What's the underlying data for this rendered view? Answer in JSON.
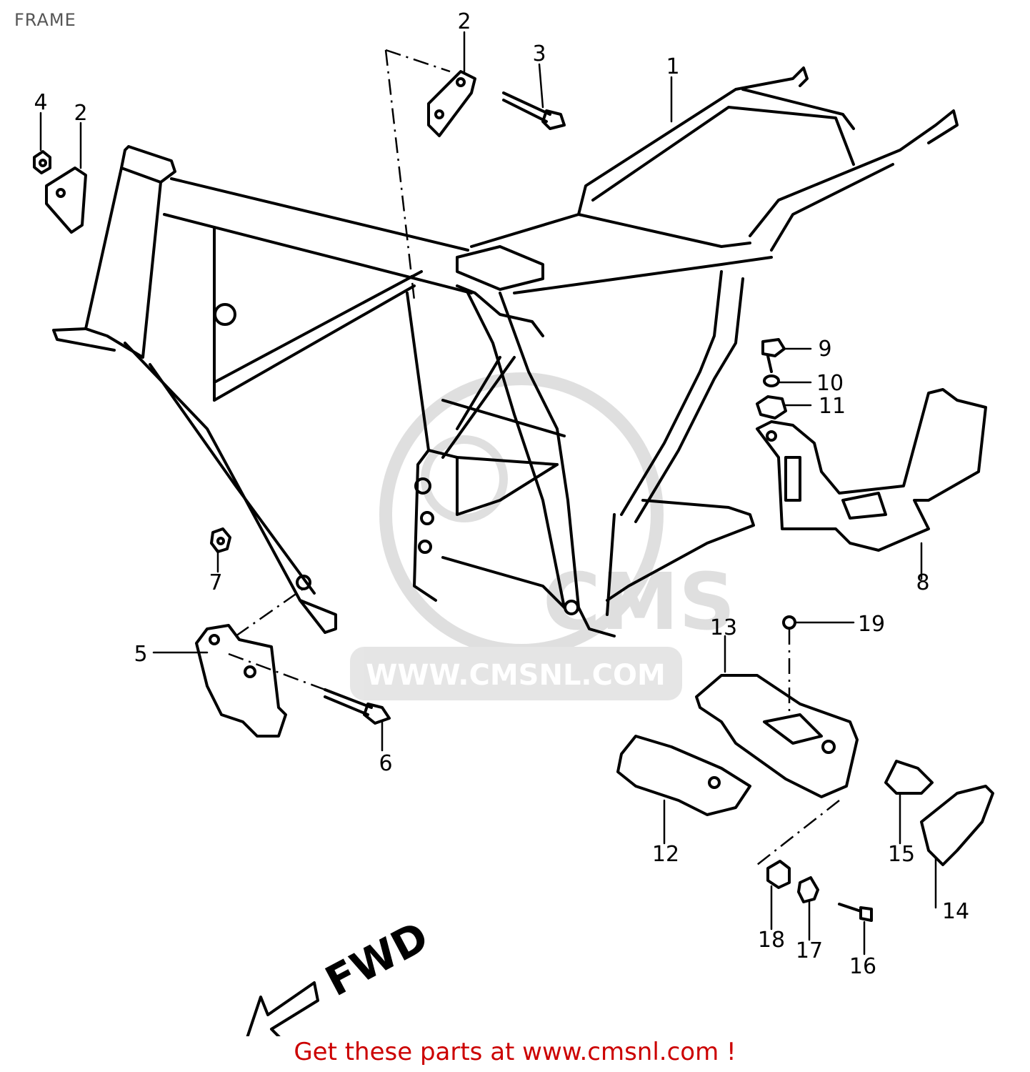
{
  "title": "FRAME",
  "callouts": [
    {
      "id": "c1",
      "label": "1"
    },
    {
      "id": "c2a",
      "label": "2"
    },
    {
      "id": "c2b",
      "label": "2"
    },
    {
      "id": "c3",
      "label": "3"
    },
    {
      "id": "c4",
      "label": "4"
    },
    {
      "id": "c5",
      "label": "5"
    },
    {
      "id": "c6",
      "label": "6"
    },
    {
      "id": "c7",
      "label": "7"
    },
    {
      "id": "c8",
      "label": "8"
    },
    {
      "id": "c9",
      "label": "9"
    },
    {
      "id": "c10",
      "label": "10"
    },
    {
      "id": "c11",
      "label": "11"
    },
    {
      "id": "c12",
      "label": "12"
    },
    {
      "id": "c13",
      "label": "13"
    },
    {
      "id": "c14",
      "label": "14"
    },
    {
      "id": "c15",
      "label": "15"
    },
    {
      "id": "c16",
      "label": "16"
    },
    {
      "id": "c17",
      "label": "17"
    },
    {
      "id": "c18",
      "label": "18"
    },
    {
      "id": "c19",
      "label": "19"
    }
  ],
  "direction_label": "FWD",
  "watermark": {
    "text": "WWW.CMSNL.COM",
    "logo_text": "CMS"
  },
  "footer": {
    "text": "Get these parts at www.cmsnl.com !",
    "color": "#cc0000"
  },
  "colors": {
    "line": "#000000",
    "watermark": "#d9d9d9",
    "title": "#555555"
  }
}
